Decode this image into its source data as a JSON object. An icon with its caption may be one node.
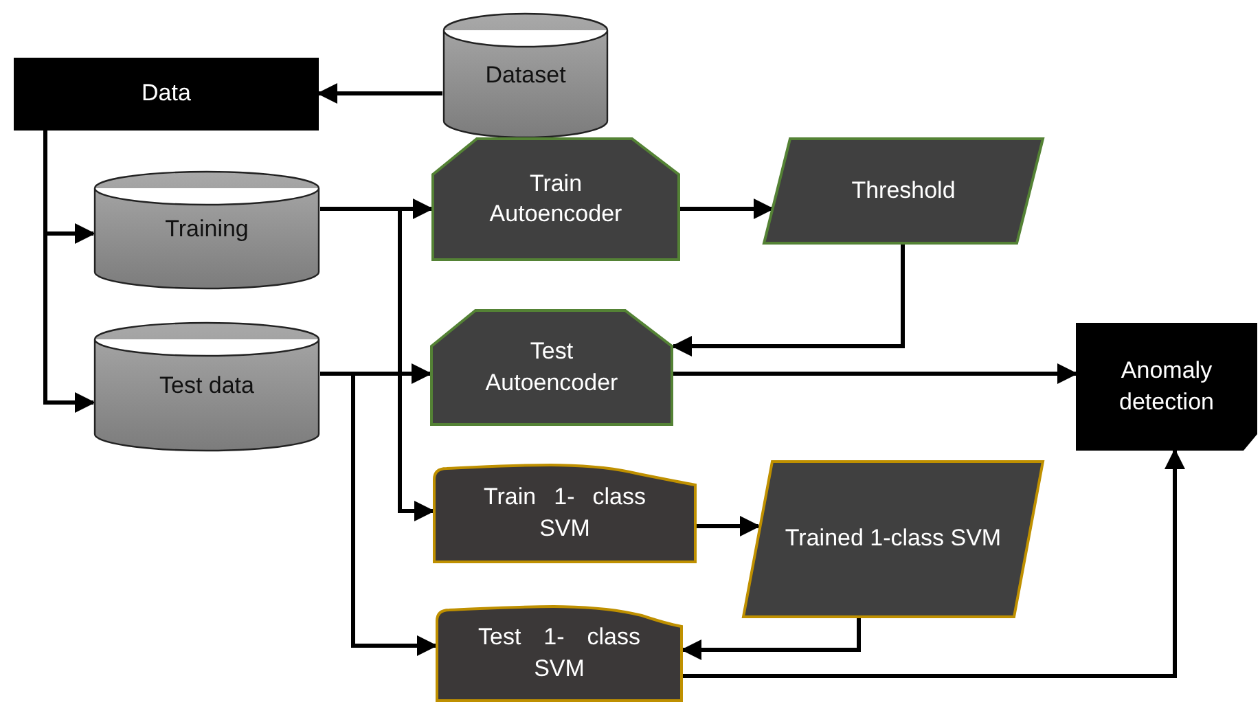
{
  "diagram": {
    "nodes": [
      {
        "text": [
          "Data"
        ]
      },
      {
        "text": [
          "Dataset"
        ]
      },
      {
        "text": [
          "Training"
        ]
      },
      {
        "text": [
          "Test data"
        ]
      },
      {
        "text": [
          "Train Autoencoder"
        ]
      },
      {
        "text": [
          "Threshold"
        ]
      },
      {
        "text": [
          "Test Autoencoder"
        ]
      },
      {
        "text": [
          "Anomaly detection"
        ]
      },
      {
        "text": [
          "Train 1- class SVM"
        ]
      },
      {
        "text": [
          "Trained 1-class SVM"
        ]
      },
      {
        "text": [
          "Test 1- class SVM"
        ]
      }
    ],
    "edges": [
      {
        "from": 1,
        "to": 0,
        "arrow": "to"
      },
      {
        "from": 0,
        "to": 2,
        "arrow": "to"
      },
      {
        "from": 0,
        "to": 3,
        "arrow": "to"
      },
      {
        "from": 2,
        "to": 4,
        "arrow": "to"
      },
      {
        "from": 2,
        "to": 8,
        "arrow": "to"
      },
      {
        "from": 3,
        "to": 6,
        "arrow": "to"
      },
      {
        "from": 3,
        "to": 10,
        "arrow": "to"
      },
      {
        "from": 4,
        "to": 5,
        "arrow": "to"
      },
      {
        "from": 5,
        "to": 6,
        "arrow": "to"
      },
      {
        "from": 6,
        "to": 7,
        "arrow": "to"
      },
      {
        "from": 8,
        "to": 9,
        "arrow": "to"
      },
      {
        "from": 9,
        "to": 10,
        "arrow": "to"
      },
      {
        "from": 10,
        "to": 7,
        "arrow": "to"
      }
    ]
  }
}
